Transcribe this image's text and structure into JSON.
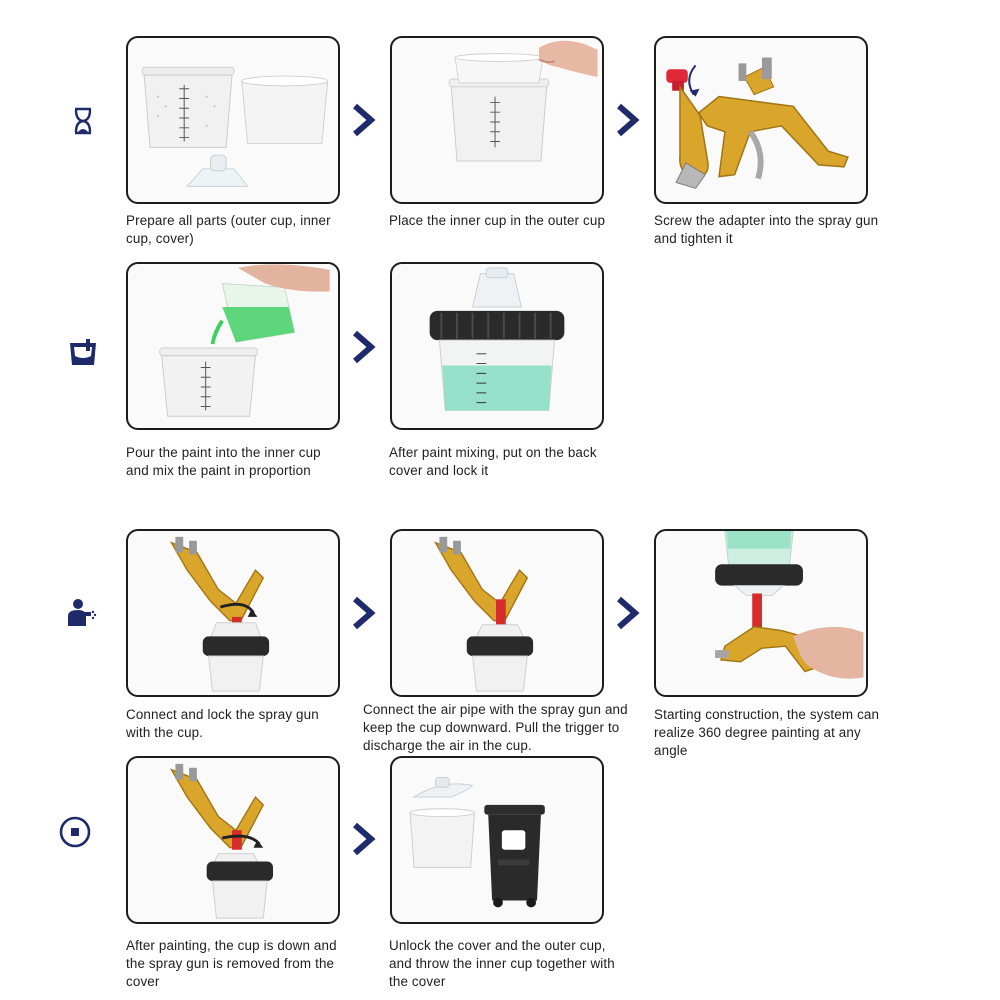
{
  "colors": {
    "accent": "#1f2a6b",
    "frame_border": "#1c1c1c",
    "gold": "#d9a52a",
    "paint_green": "#3fcf62",
    "lid_black": "#2a2a2a"
  },
  "rows": [
    {
      "icon": "hourglass-icon",
      "steps": [
        {
          "caption": "Prepare all parts (outer cup, inner cup, cover)",
          "image": "cups-and-cover"
        },
        {
          "caption": "Place the inner cup in the outer cup",
          "image": "inner-cup-insert"
        },
        {
          "caption": "Screw the adapter into the spray gun and tighten it",
          "image": "spray-gun-adapter"
        }
      ]
    },
    {
      "icon": "paint-cup-icon",
      "steps": [
        {
          "caption": "Pour the paint into the inner cup and mix the paint in proportion",
          "image": "pouring-paint"
        },
        {
          "caption": "After paint mixing, put on the back cover and lock it",
          "image": "cup-with-lid"
        }
      ]
    },
    {
      "icon": "painter-icon",
      "steps": [
        {
          "caption": "Connect and lock the spray gun with the cup.",
          "image": "gun-lock-cup"
        },
        {
          "caption": "Connect the air pipe with the spray gun and keep the cup downward. Pull the trigger to discharge the air in the cup.",
          "image": "gun-cup-downward"
        },
        {
          "caption": "Starting construction, the system can realize 360 degree painting at any angle",
          "image": "painting-360"
        }
      ]
    },
    {
      "icon": "stop-icon",
      "steps": [
        {
          "caption": "After painting, the cup is down and the spray gun is removed from the cover",
          "image": "gun-removed"
        },
        {
          "caption": "Unlock the cover and the outer cup, and throw the inner cup together with the cover",
          "image": "trash-bin-disposal"
        }
      ]
    }
  ]
}
